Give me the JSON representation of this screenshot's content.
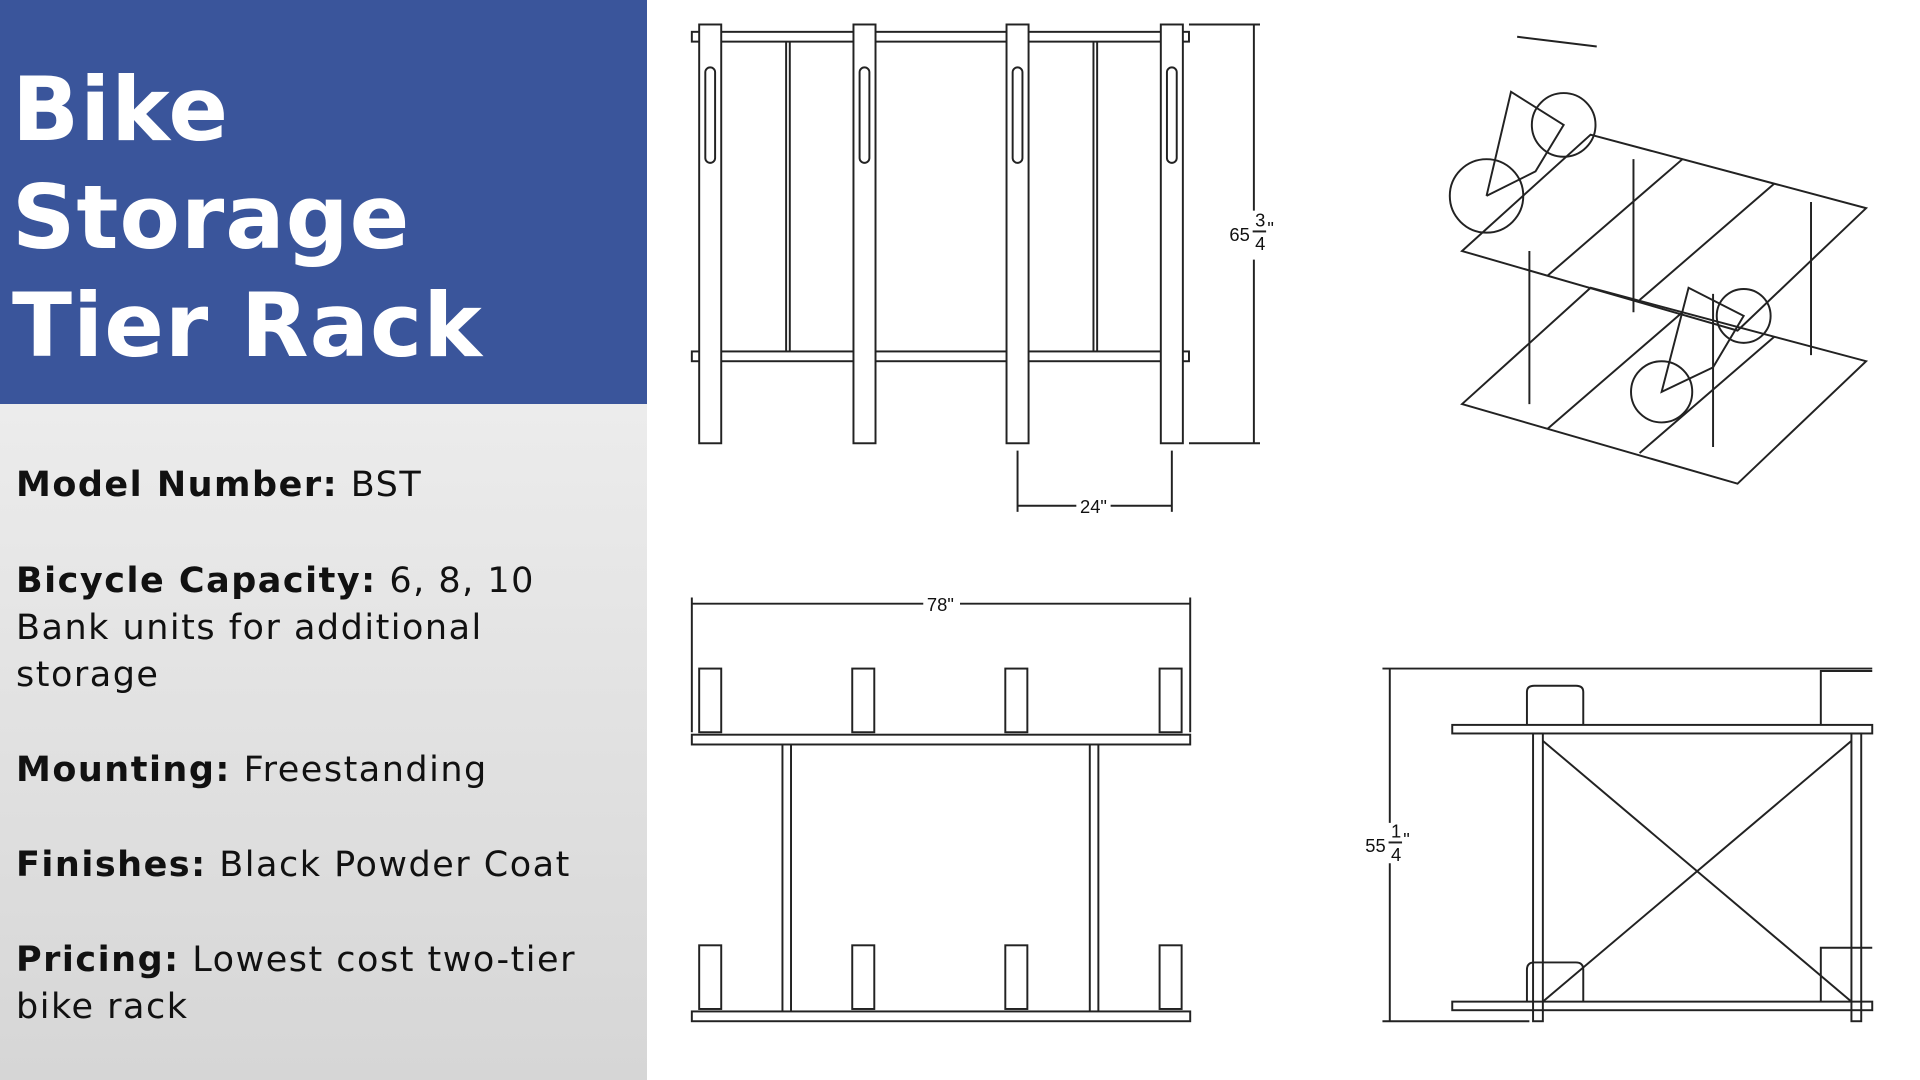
{
  "title": {
    "line1": "Bike Storage",
    "line2": "Tier Rack"
  },
  "specs": [
    {
      "label": "Model Number",
      "value": "BST"
    },
    {
      "label": "Bicycle Capacity",
      "value": "6, 8, 10",
      "extra": "Bank units for additional storage"
    },
    {
      "label": "Mounting",
      "value": "Freestanding"
    },
    {
      "label": "Finishes",
      "value": "Black Powder Coat"
    },
    {
      "label": "Pricing",
      "value": "Lowest cost two-tier bike rack"
    }
  ],
  "separator": ":",
  "dimensions": {
    "front_height": {
      "whole": "65",
      "num": "3",
      "den": "4",
      "unit": "\""
    },
    "spacing": "24\"",
    "width": "78\"",
    "side_height": {
      "whole": "55",
      "num": "1",
      "den": "4",
      "unit": "\""
    }
  },
  "colors": {
    "title_panel": "#3a559b",
    "spec_panel": "#e3e3e3",
    "title_text": "#ffffff"
  }
}
